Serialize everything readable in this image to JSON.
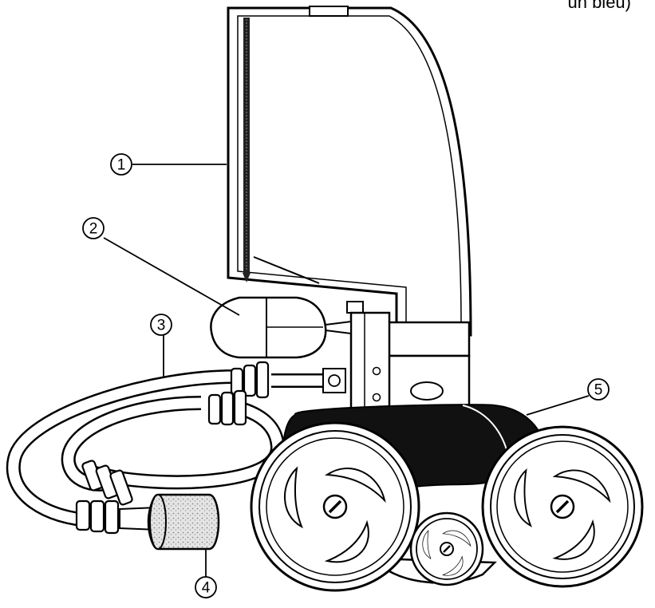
{
  "figure": {
    "top_note": "un bleu)",
    "callouts": [
      {
        "label": "1",
        "part": "filter-bag"
      },
      {
        "label": "2",
        "part": "float"
      },
      {
        "label": "3",
        "part": "feed-hose"
      },
      {
        "label": "4",
        "part": "hose-scrubber"
      },
      {
        "label": "5",
        "part": "tire"
      }
    ]
  }
}
